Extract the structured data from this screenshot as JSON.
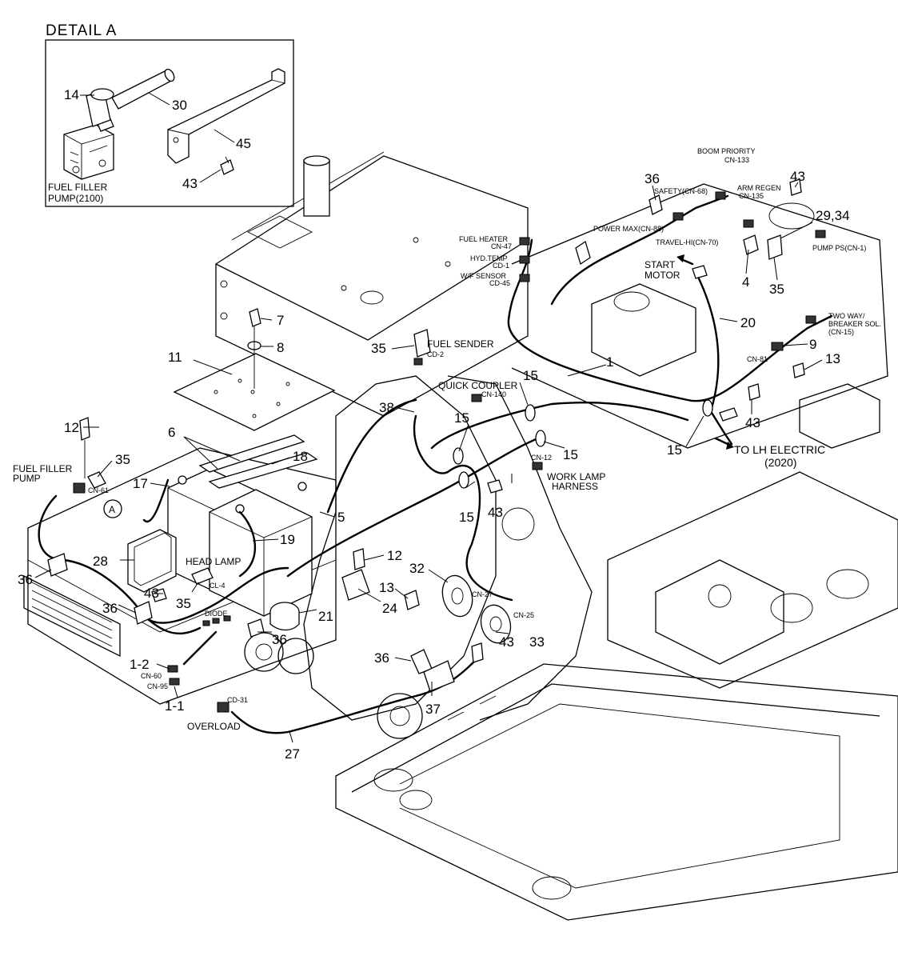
{
  "detail": {
    "title": "DETAIL  A",
    "pump_label_line1": "FUEL FILLER",
    "pump_label_line2": "PUMP(2100)",
    "callouts": [
      "14",
      "30",
      "45",
      "43"
    ]
  },
  "labels": {
    "boom_priority": "BOOM PRIORITY",
    "cn133": "CN-133",
    "safety": "SAFETY(CN-68)",
    "arm_regen": "ARM REGEN",
    "cn135": "CN-135",
    "power_max": "POWER MAX(CN-88)",
    "travel_hi": "TRAVEL-HI(CN-70)",
    "pump_ps": "PUMP PS(CN-1)",
    "fuel_heater": "FUEL HEATER",
    "cn47": "CN-47",
    "hyd_temp": "HYD.TEMP",
    "cd1": "CD-1",
    "wf_sensor": "W/F SENSOR",
    "cd45": "CD-45",
    "start_motor_1": "START",
    "start_motor_2": "MOTOR",
    "two_way_1": "TWO WAY/",
    "two_way_2": "BREAKER SOL.",
    "two_way_3": "(CN-15)",
    "cn81": "CN-81",
    "fuel_sender": "FUEL SENDER",
    "cd2": "CD-2",
    "quick_coupler": "QUICK COUPLER",
    "cn140": "CN-140",
    "to_lh_1": "TO LH ELECTRIC",
    "to_lh_2": "(2020)",
    "work_lamp_1": "WORK LAMP",
    "work_lamp_2": "HARNESS",
    "cn12": "CN-12",
    "fuel_filler_1": "FUEL FILLER",
    "fuel_filler_2": "PUMP",
    "cn61": "CN-61",
    "head_lamp": "HEAD LAMP",
    "cl4": "CL-4",
    "diode": "DIODE",
    "cn60": "CN-60",
    "cn95": "CN-95",
    "overload": "OVERLOAD",
    "cd31": "CD-31",
    "cn27": "CN-27",
    "cn25": "CN-25",
    "detail_marker": "A"
  },
  "callouts": {
    "c36a": "36",
    "c43a": "43",
    "c2934": "29,34",
    "c4": "4",
    "c35a": "35",
    "c20": "20",
    "c9": "9",
    "c13a": "13",
    "c1": "1",
    "c43b": "43",
    "c15a": "15",
    "c15b": "15",
    "c15c": "15",
    "c15d": "15",
    "c15e": "15",
    "c7": "7",
    "c8": "8",
    "c11": "11",
    "c35b": "35",
    "c38": "38",
    "c6": "6",
    "c18": "18",
    "c12a": "12",
    "c35c": "35",
    "c17": "17",
    "c5": "5",
    "c19": "19",
    "c43c": "43",
    "c12b": "12",
    "c32": "32",
    "c13b": "13",
    "c24": "24",
    "c21": "21",
    "c36b": "36",
    "c28": "28",
    "c43d": "43",
    "c35d": "35",
    "c36c": "36",
    "c36d": "36",
    "c43e": "43",
    "c33": "33",
    "c36e": "36",
    "c37": "37",
    "c12": "1-2",
    "c11b": "1-1",
    "c27": "27"
  }
}
